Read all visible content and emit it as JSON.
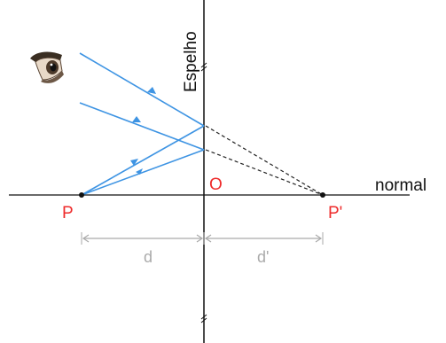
{
  "labels": {
    "mirror": "Espelho",
    "normal": "normal",
    "object": "P",
    "image": "P'",
    "origin": "O",
    "object_distance": "d",
    "image_distance": "d'"
  },
  "icons": {
    "observer": "eye-icon"
  },
  "colors": {
    "ray": "#3e94e3",
    "label_red": "#ee2b2b",
    "dimension": "#aaaaaa",
    "line": "#111111"
  }
}
